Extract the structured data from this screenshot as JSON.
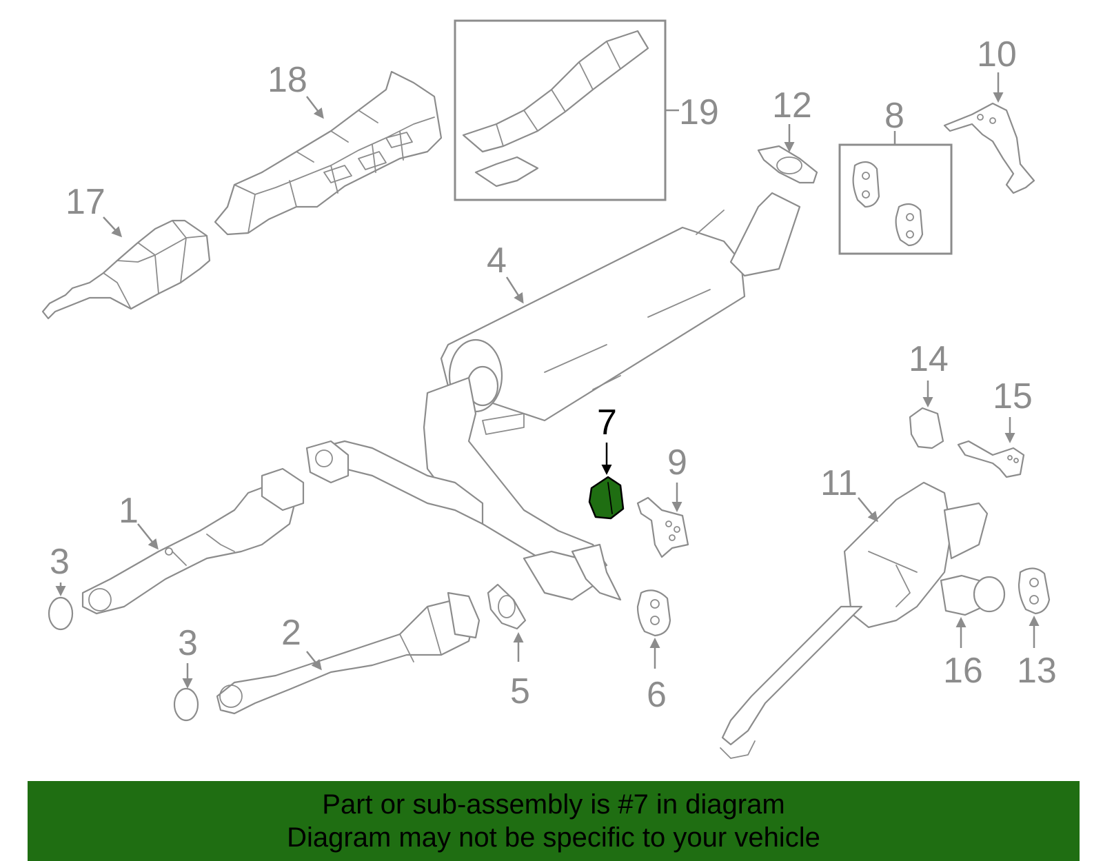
{
  "diagram": {
    "highlight_color": "#1f6e12",
    "part_line_color": "#8c8c8c",
    "highlighted_part": "7",
    "callouts": [
      "1",
      "2",
      "3",
      "3",
      "4",
      "5",
      "6",
      "7",
      "8",
      "9",
      "10",
      "11",
      "12",
      "13",
      "14",
      "15",
      "16",
      "17",
      "18",
      "19"
    ]
  },
  "banner": {
    "line1": "Part or sub-assembly is #7 in diagram",
    "line2": "Diagram may not be specific to your vehicle"
  }
}
